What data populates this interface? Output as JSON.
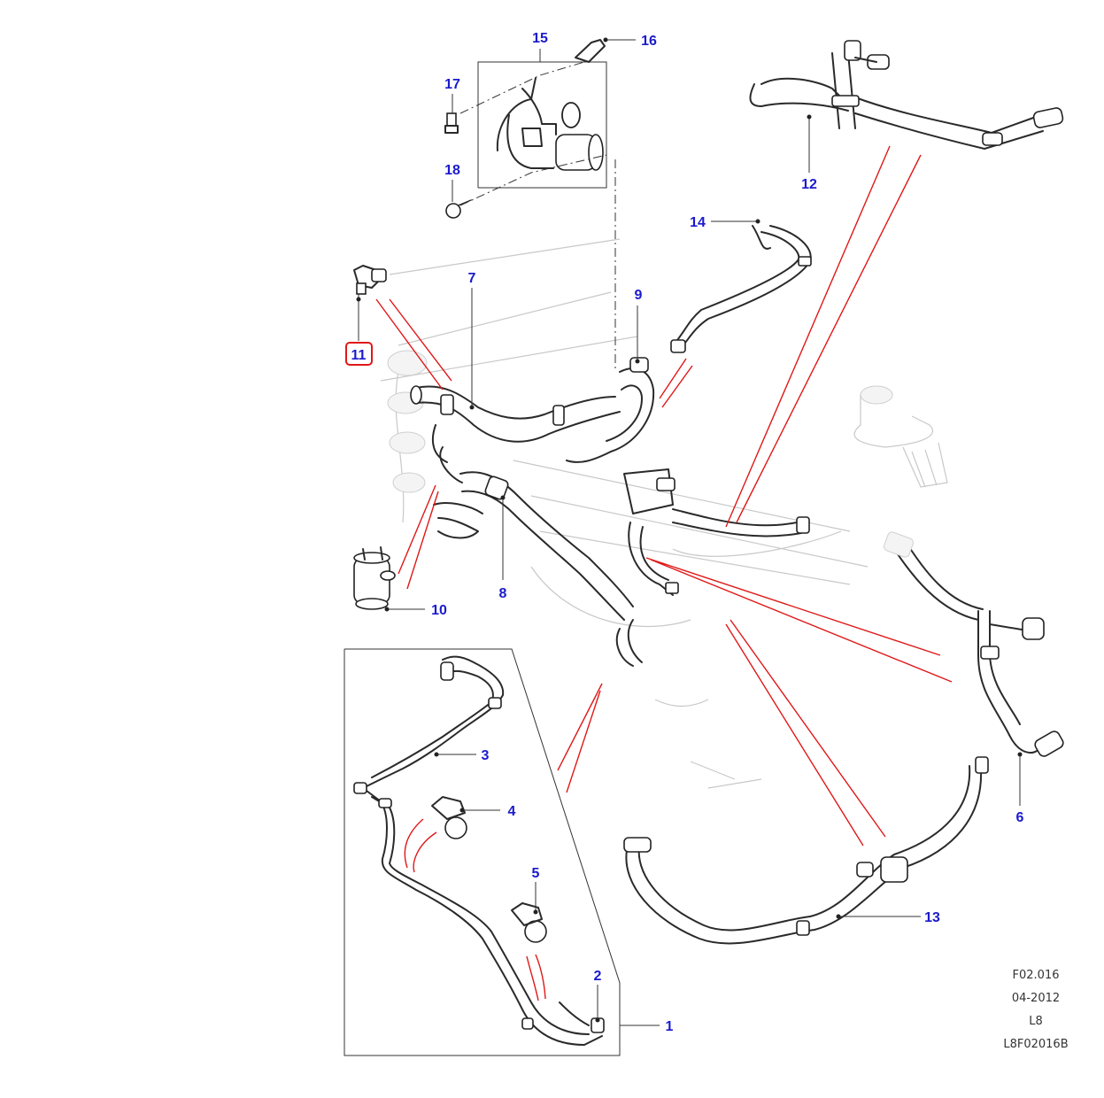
{
  "diagram": {
    "callouts": [
      {
        "id": "1",
        "label": "1"
      },
      {
        "id": "2",
        "label": "2"
      },
      {
        "id": "3",
        "label": "3"
      },
      {
        "id": "4",
        "label": "4"
      },
      {
        "id": "5",
        "label": "5"
      },
      {
        "id": "6",
        "label": "6"
      },
      {
        "id": "7",
        "label": "7"
      },
      {
        "id": "8",
        "label": "8"
      },
      {
        "id": "9",
        "label": "9"
      },
      {
        "id": "10",
        "label": "10"
      },
      {
        "id": "11",
        "label": "11"
      },
      {
        "id": "12",
        "label": "12"
      },
      {
        "id": "13",
        "label": "13"
      },
      {
        "id": "14",
        "label": "14"
      },
      {
        "id": "15",
        "label": "15"
      },
      {
        "id": "16",
        "label": "16"
      },
      {
        "id": "17",
        "label": "17"
      },
      {
        "id": "18",
        "label": "18"
      }
    ],
    "highlighted_callout": "11",
    "highlight_color": "#e01818",
    "callout_color": "#1a1acc",
    "reference": {
      "figure": "F02.016",
      "date": "04-2012",
      "model": "L8",
      "code": "L8F02016B"
    }
  }
}
